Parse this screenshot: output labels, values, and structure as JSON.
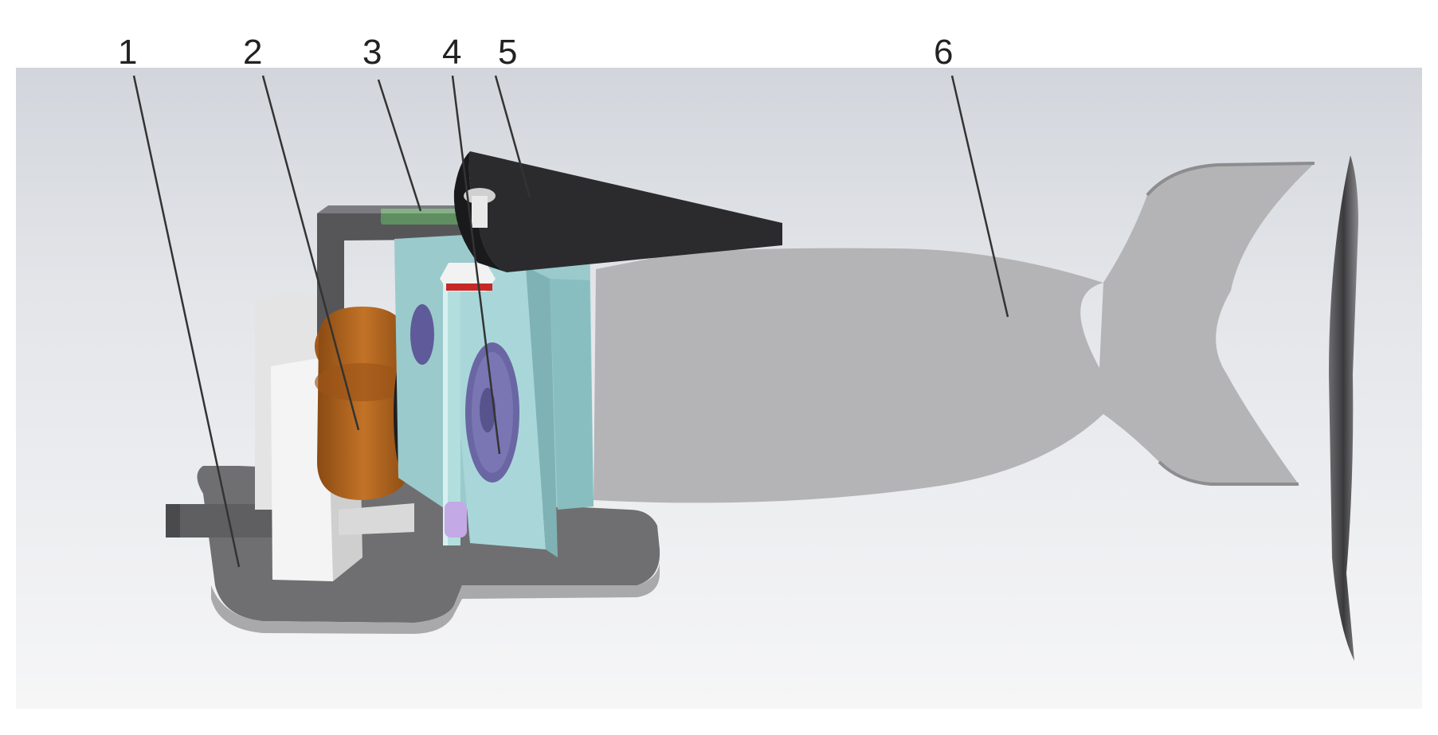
{
  "diagram": {
    "callouts": [
      {
        "id": "1",
        "label": "1"
      },
      {
        "id": "2",
        "label": "2"
      },
      {
        "id": "3",
        "label": "3"
      },
      {
        "id": "4",
        "label": "4"
      },
      {
        "id": "5",
        "label": "5"
      },
      {
        "id": "6",
        "label": "6"
      }
    ],
    "colors": {
      "background_top": "#d4d8de",
      "background_bottom": "#f3f3f5",
      "base_plate": "#7a7a7d",
      "coil": "#b0651d",
      "frame_block": "#9ed0d2",
      "gear": "#6a66a3",
      "cone": "#2b2b2d",
      "fish_body": "#b4b4b6",
      "pcb": "#5f8f60",
      "white_block": "#f1f1f1",
      "fin_blade": "#444446"
    }
  }
}
